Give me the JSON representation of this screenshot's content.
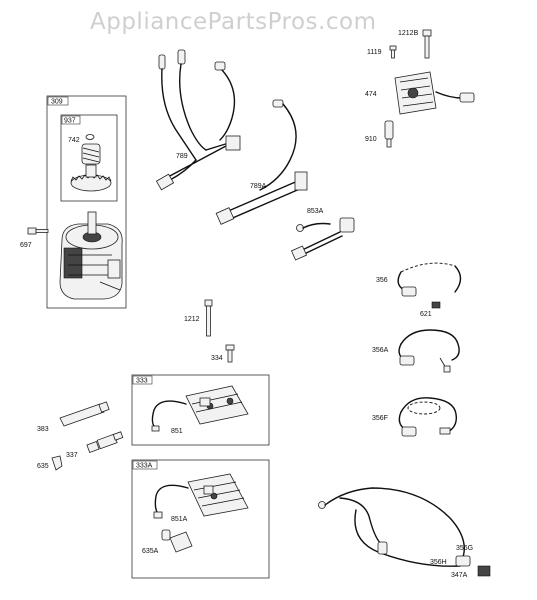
{
  "watermark": "AppliancePartsPros.com",
  "labels": {
    "p309": "309",
    "p937": "937",
    "p742": "742",
    "p697": "697",
    "p789": "789",
    "p789A": "789A",
    "p853A": "853A",
    "p1119": "1119",
    "p1212B": "1212B",
    "p474": "474",
    "p910": "910",
    "p356": "356",
    "p621": "621",
    "p356A": "356A",
    "p356F": "356F",
    "p1212": "1212",
    "p334": "334",
    "p333": "333",
    "p851": "851",
    "p383": "383",
    "p337": "337",
    "p635": "635",
    "p333A": "333A",
    "p851A": "851A",
    "p635A": "635A",
    "p356G": "356G",
    "p356H": "356H",
    "p347A": "347A"
  }
}
